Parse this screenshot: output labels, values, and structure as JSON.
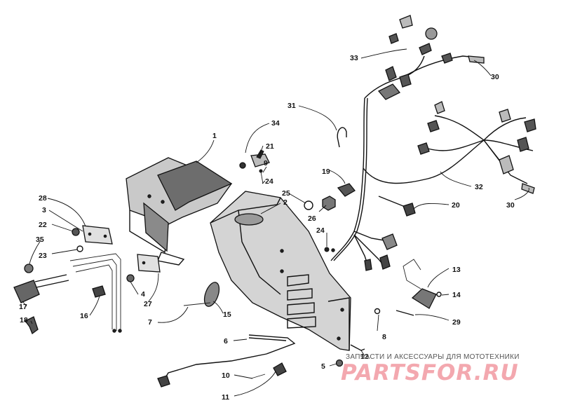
{
  "diagram": {
    "callouts": [
      "1",
      "2",
      "3",
      "4",
      "5",
      "6",
      "7",
      "8",
      "9",
      "10",
      "11",
      "12",
      "13",
      "14",
      "15",
      "16",
      "17",
      "18",
      "19",
      "20",
      "21",
      "22",
      "23",
      "24",
      "24",
      "25",
      "26",
      "27",
      "28",
      "29",
      "30",
      "30",
      "31",
      "32",
      "33",
      "34",
      "35"
    ]
  },
  "watermark": {
    "caption": "ЗАПЧАСТИ И АКСЕССУАРЫ ДЛЯ МОТОТЕХНИКИ",
    "brand": "PARTSFOR.RU"
  }
}
